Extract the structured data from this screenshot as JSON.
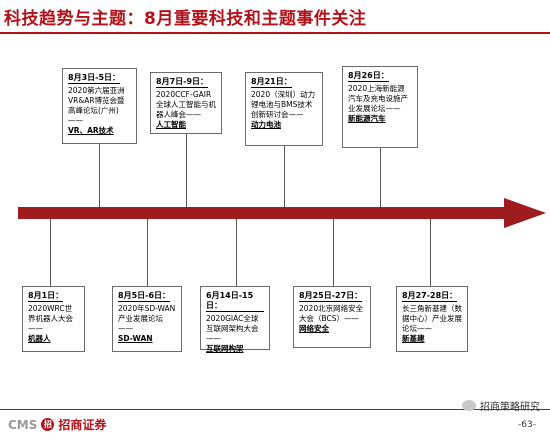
{
  "header": {
    "title": "科技趋势与主题：8月重要科技和主题事件关注"
  },
  "timeline": {
    "top_events": [
      {
        "date": "8月3日-5日：",
        "text": "2020第六届亚洲VR&AR博览会暨高峰论坛(广州) ——",
        "tag": "VR、AR技术"
      },
      {
        "date": "8月7日-9日：",
        "text": "2020CCF-GAIR全球人工智能与机器人峰会——",
        "tag": "人工智能"
      },
      {
        "date": "8月21日：",
        "text": "2020（深圳）动力锂电池与BMS技术创新研讨会——",
        "tag": "动力电池"
      },
      {
        "date": "8月26日：",
        "text": "2020上海新能源汽车及充电设施产业发展论坛——",
        "tag": "新能源汽车"
      }
    ],
    "bottom_events": [
      {
        "date": "8月1日：",
        "text": "2020WRC世界机器人大会——",
        "tag": "机器人"
      },
      {
        "date": "8月5日-6日：",
        "text": "2020年SD-WAN产业发展论坛——",
        "tag": "SD-WAN"
      },
      {
        "date": "6月14日-15日：",
        "text": "2020GIAC全球互联网架构大会——",
        "tag": "互联网构架"
      },
      {
        "date": "8月25日-27日：",
        "text": "2020北京网络安全大会（BCS）——",
        "tag": "网络安全"
      },
      {
        "date": "8月27-28日：",
        "text": "长三角新基建（数据中心）产业发展论坛——",
        "tag": "新基建"
      }
    ]
  },
  "footer": {
    "logo_text": "CMS",
    "logo_mark": "招",
    "brand": "招商证券",
    "wechat": "招商策略研究",
    "page": "-63-"
  },
  "colors": {
    "accent": "#b3121a"
  }
}
